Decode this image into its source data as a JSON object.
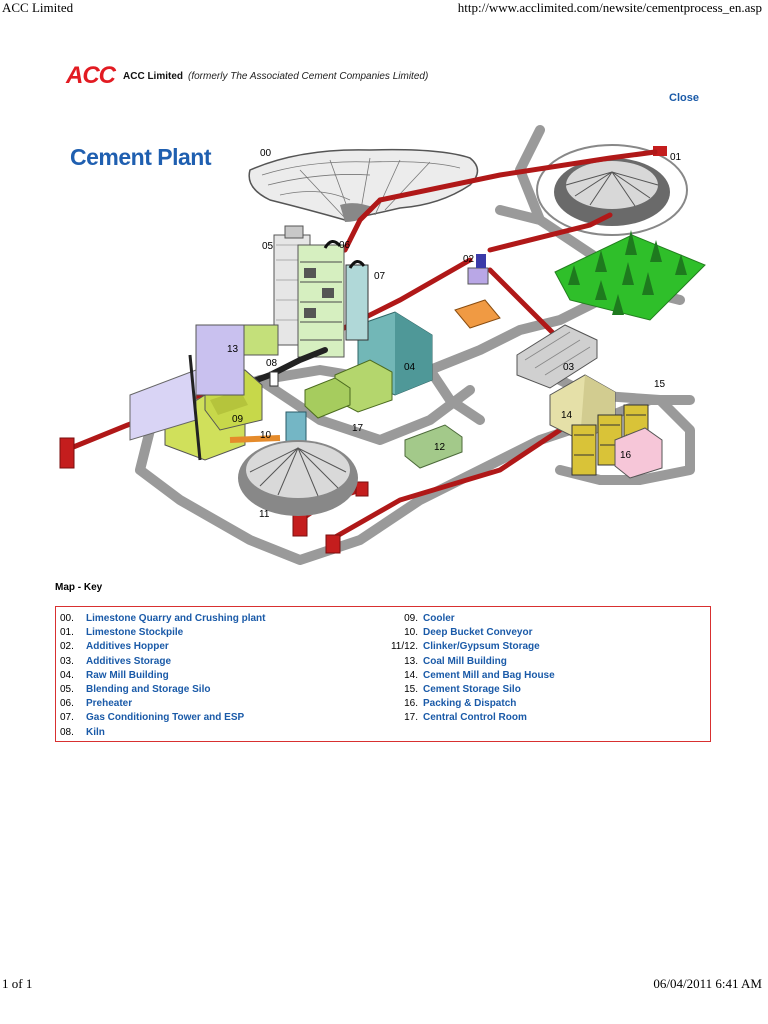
{
  "print_header": {
    "left": "ACC Limited",
    "right": "http://www.acclimited.com/newsite/cementprocess_en.asp"
  },
  "print_footer": {
    "left": "1 of 1",
    "right": "06/04/2011 6:41 AM"
  },
  "brand": {
    "logo": "ACC",
    "name": "ACC Limited",
    "subtitle": "(formerly The Associated Cement Companies Limited)"
  },
  "close_label": "Close",
  "title": "Cement Plant",
  "map": {
    "labels": [
      "00",
      "01",
      "02",
      "03",
      "04",
      "05",
      "06",
      "07",
      "08",
      "09",
      "10",
      "11",
      "12",
      "13",
      "14",
      "15",
      "16",
      "17"
    ]
  },
  "map_key": {
    "heading": "Map - Key",
    "left": [
      {
        "num": "00.",
        "label": "Limestone Quarry and Crushing plant"
      },
      {
        "num": "01.",
        "label": "Limestone Stockpile"
      },
      {
        "num": "02.",
        "label": "Additives Hopper"
      },
      {
        "num": "03.",
        "label": "Additives Storage"
      },
      {
        "num": "04.",
        "label": "Raw Mill Building"
      },
      {
        "num": "05.",
        "label": "Blending and Storage Silo"
      },
      {
        "num": "06.",
        "label": "Preheater"
      },
      {
        "num": "07.",
        "label": "Gas Conditioning Tower and ESP"
      },
      {
        "num": "08.",
        "label": "Kiln"
      }
    ],
    "right": [
      {
        "num": "09.",
        "label": "Cooler"
      },
      {
        "num": "10.",
        "label": "Deep Bucket Conveyor"
      },
      {
        "num": "11/12.",
        "label": "Clinker/Gypsum Storage"
      },
      {
        "num": "13.",
        "label": "Coal Mill Building"
      },
      {
        "num": "14.",
        "label": "Cement Mill and Bag House"
      },
      {
        "num": "15.",
        "label": "Cement Storage Silo"
      },
      {
        "num": "16.",
        "label": "Packing & Dispatch"
      },
      {
        "num": "17.",
        "label": "Central Control Room"
      }
    ]
  },
  "colors": {
    "brand_red": "#e21b22",
    "link_blue": "#1a5aa8",
    "title_blue": "#1f5fb0",
    "key_border": "#d83030"
  }
}
